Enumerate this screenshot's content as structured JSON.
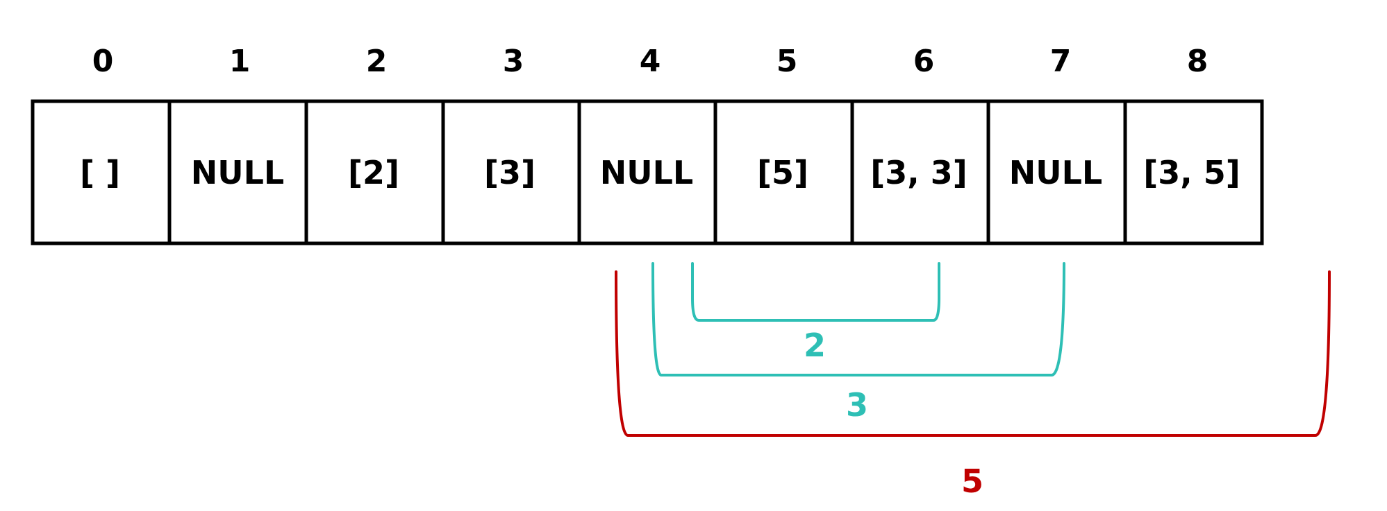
{
  "array": {
    "indices": [
      "0",
      "1",
      "2",
      "3",
      "4",
      "5",
      "6",
      "7",
      "8"
    ],
    "cells": [
      "[ ]",
      "NULL",
      "[2]",
      "[3]",
      "NULL",
      "[5]",
      "[3, 3]",
      "NULL",
      "[3, 5]"
    ]
  },
  "brackets": [
    {
      "label": "2",
      "color": "#2ebfb5"
    },
    {
      "label": "3",
      "color": "#2ebfb5"
    },
    {
      "label": "5",
      "color": "#c00000"
    }
  ],
  "colors": {
    "grid": "#000000",
    "teal": "#2ebfb5",
    "red": "#c00000"
  }
}
